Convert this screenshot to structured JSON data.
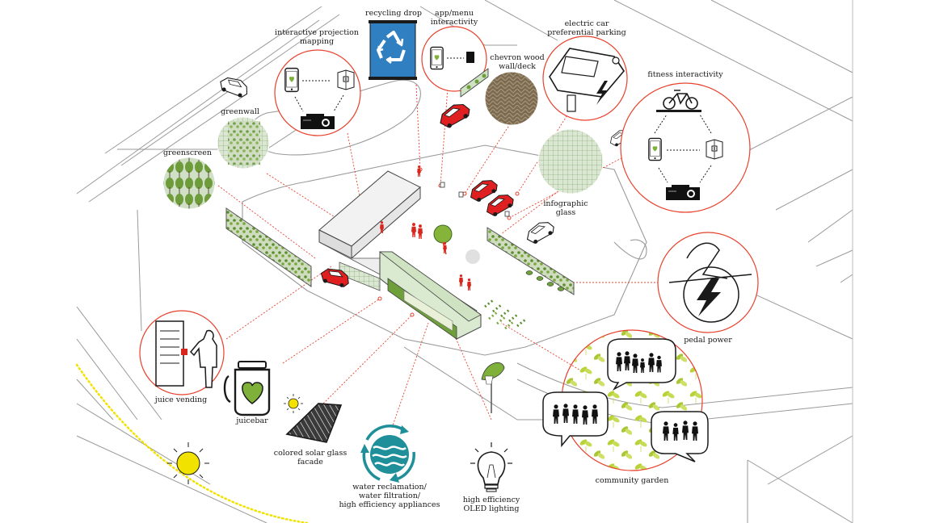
{
  "labels": {
    "recycling": "recycling drop",
    "app_menu": [
      "app/menu",
      "interactivity"
    ],
    "projection": [
      "interactive projection",
      "mapping"
    ],
    "electric_car": [
      "electric car",
      "preferential parking"
    ],
    "chevron": [
      "chevron wood",
      "wall/deck"
    ],
    "fitness": "fitness interactivity",
    "greenwall": "greenwall",
    "greenscreen": "greenscreen",
    "infographic": [
      "infographic",
      "glass"
    ],
    "pedal_power": "pedal power",
    "juice_vending": "juice vending",
    "juicebar": "juicebar",
    "solar_glass": [
      "colored solar glass",
      "facade"
    ],
    "water": [
      "water reclamation/",
      "water filtration/",
      "high efficiency appliances"
    ],
    "lighting": [
      "high efficiency",
      "OLED lighting"
    ],
    "community_garden": "community garden"
  },
  "colors": {
    "accent_red": "#e8412c",
    "car_red": "#e02020",
    "green_wall": "#6f9f3a",
    "leaf_green": "#9ec23a",
    "recycle_blue": "#2f7fc1",
    "water_teal": "#1f8f99",
    "sun_yellow": "#f2e200",
    "line_gray": "#8a8a8a"
  },
  "icons": [
    "recycle-icon",
    "smartphone-icon",
    "projector-icon",
    "bicycle-icon",
    "car-icon",
    "lightning-icon",
    "sun-icon",
    "lightbulb-icon",
    "jar-icon",
    "heart-icon",
    "tree-icon",
    "people-icon",
    "solar-panel-icon",
    "water-cycle-icon"
  ]
}
